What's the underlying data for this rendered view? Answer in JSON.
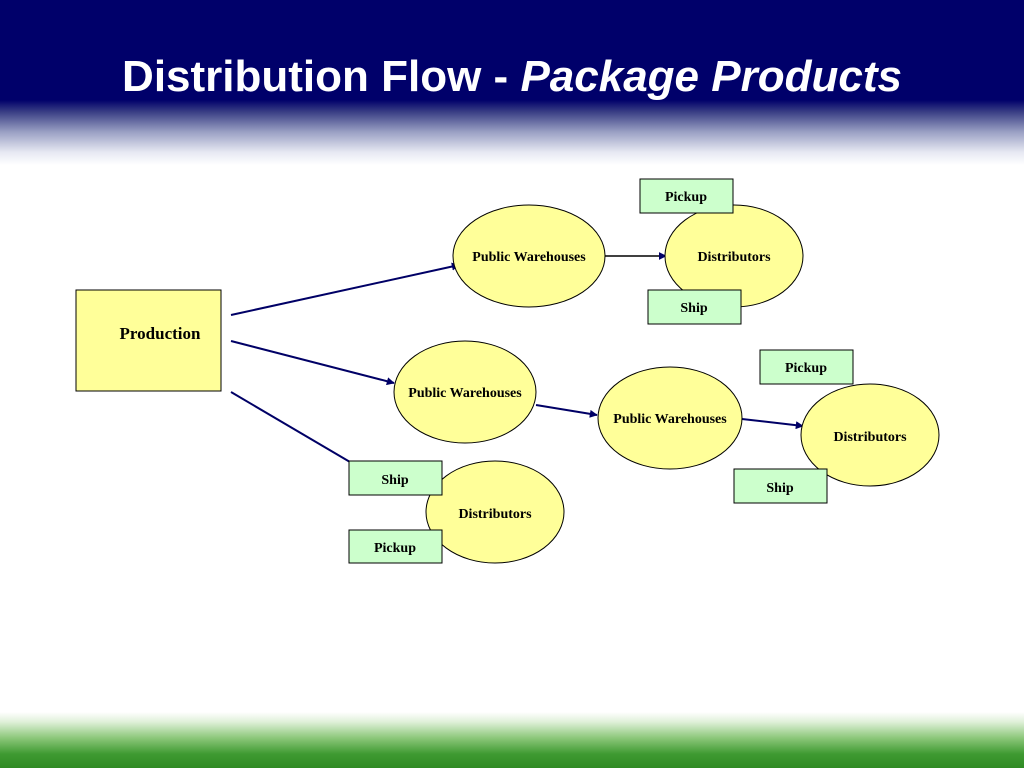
{
  "slide": {
    "title_main": "Distribution Flow - ",
    "title_italic": "Package Products"
  },
  "colors": {
    "header_navy": "#00006a",
    "footer_green": "#2f8a24",
    "node_fill": "#ffff99",
    "tag_fill": "#ccffcc",
    "arrow": "#000066"
  },
  "diagram": {
    "production": "Production",
    "public_warehouses_top": "Public Warehouses",
    "distributors_top": "Distributors",
    "pickup_top": "Pickup",
    "ship_top": "Ship",
    "public_warehouses_mid": "Public Warehouses",
    "public_warehouses_mid_right": "Public Warehouses",
    "distributors_right": "Distributors",
    "pickup_right": "Pickup",
    "ship_right": "Ship",
    "distributors_bottom": "Distributors",
    "ship_bottom": "Ship",
    "pickup_bottom": "Pickup"
  }
}
